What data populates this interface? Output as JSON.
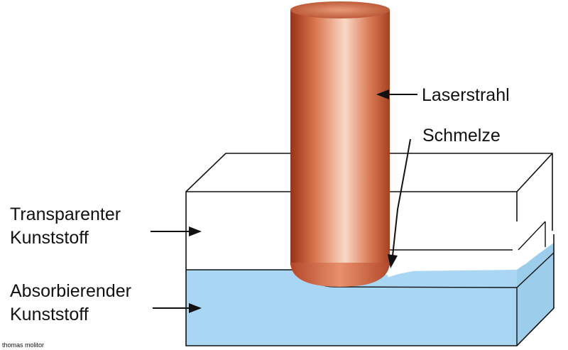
{
  "labels": {
    "laser": "Laserstrahl",
    "melt": "Schmelze",
    "transparent_line1": "Transparenter",
    "transparent_line2": "Kunststoff",
    "absorbing_line1": "Absorbierender",
    "absorbing_line2": "Kunststoff"
  },
  "credit": "thomas molitor",
  "colors": {
    "laser_core": "#f7c7ad",
    "laser_edge": "#a83a1a",
    "absorbing_fill": "#a9d6f2",
    "outline": "#111111"
  }
}
